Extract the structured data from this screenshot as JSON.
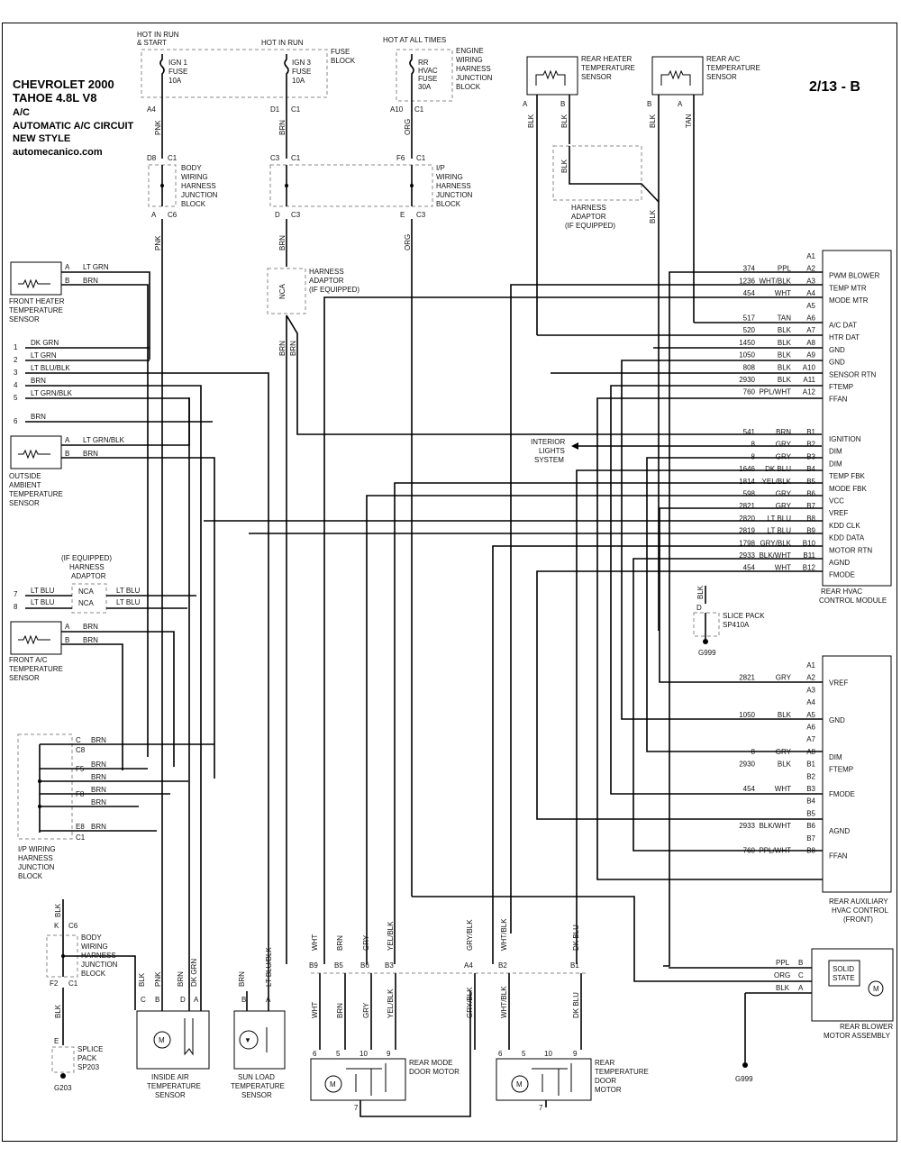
{
  "title": {
    "line1": "CHEVROLET 2000",
    "line2": "TAHOE  4.8L  V8",
    "line3": "A/C",
    "line4": "AUTOMATIC A/C CIRCUIT",
    "line5": "NEW STYLE",
    "site": "automecanico.com",
    "page": "2/13 - B"
  },
  "fuse_block": {
    "hot_run_start": [
      "HOT IN RUN",
      "& START"
    ],
    "hot_run": "HOT IN RUN",
    "label": [
      "FUSE",
      "BLOCK"
    ],
    "fuse1": [
      "IGN 1",
      "FUSE",
      "10A"
    ],
    "fuse2": [
      "IGN 3",
      "FUSE",
      "10A"
    ]
  },
  "engine_block": {
    "hot": "HOT AT ALL TIMES",
    "fuse": [
      "RR",
      "HVAC",
      "FUSE",
      "30A"
    ],
    "label": [
      "ENGINE",
      "WIRING",
      "HARNESS",
      "JUNCTION",
      "BLOCK"
    ]
  },
  "sensors": {
    "rear_heater": [
      "REAR HEATER",
      "TEMPERATURE",
      "SENSOR"
    ],
    "rear_ac": [
      "REAR A/C",
      "TEMPERATURE",
      "SENSOR"
    ],
    "front_heater": [
      "FRONT HEATER",
      "TEMPERATURE",
      "SENSOR"
    ],
    "outside": [
      "OUTSIDE",
      "AMBIENT",
      "TEMPERATURE",
      "SENSOR"
    ],
    "front_ac": [
      "FRONT A/C",
      "TEMPERATURE",
      "SENSOR"
    ],
    "inside_air": [
      "INSIDE AIR",
      "TEMPERATURE",
      "SENSOR"
    ],
    "sun_load": [
      "SUN LOAD",
      "TEMPERATURE",
      "SENSOR"
    ]
  },
  "junctions": {
    "body": [
      "BODY",
      "WIRING",
      "HARNESS",
      "JUNCTION",
      "BLOCK"
    ],
    "ip": [
      "I/P",
      "WIRING",
      "HARNESS",
      "JUNCTION",
      "BLOCK"
    ],
    "ip_bottom": [
      "I/P WIRING",
      "HARNESS",
      "JUNCTION",
      "BLOCK"
    ],
    "harness_adaptor": [
      "HARNESS",
      "ADAPTOR",
      "(IF EQUIPPED)"
    ],
    "harness_adaptor2": [
      "HARNESS",
      "ADAPTOR",
      "(IF EQUIPPED)"
    ],
    "harness_adaptor3": [
      "(IF EQUIPPED)",
      "HARNESS",
      "ADAPTOR"
    ]
  },
  "wires": {
    "pnk": "PNK",
    "brn": "BRN",
    "org": "ORG",
    "blk": "BLK",
    "tan": "TAN",
    "ltgrn": "LT GRN",
    "dkgrn": "DK GRN",
    "ltblu": "LT BLU",
    "ltbluBlk": "LT BLU/BLK",
    "ltgrnBlk": "LT GRN/BLK",
    "nca": "NCA",
    "wht": "WHT",
    "gry": "GRY",
    "yelBlk": "YEL/BLK",
    "gryBlk": "GRY/BLK",
    "whtBlk": "WHT/BLK",
    "dkblu": "DK BLU",
    "ppl": "PPL"
  },
  "left_harness": [
    {
      "n": "1",
      "c": "DK GRN"
    },
    {
      "n": "2",
      "c": "LT GRN"
    },
    {
      "n": "3",
      "c": "LT BLU/BLK"
    },
    {
      "n": "4",
      "c": "BRN"
    },
    {
      "n": "5",
      "c": "LT GRN/BLK"
    },
    {
      "n": "6",
      "c": "BRN"
    },
    {
      "n": "7",
      "c": "LT BLU"
    },
    {
      "n": "8",
      "c": "LT BLU"
    }
  ],
  "rear_hvac_module": {
    "label": [
      "REAR HVAC",
      "CONTROL MODULE"
    ],
    "pins": [
      {
        "circ": "",
        "color": "",
        "pin": "A1",
        "name": ""
      },
      {
        "circ": "374",
        "color": "PPL",
        "pin": "A2",
        "name": "PWM BLOWER"
      },
      {
        "circ": "1236",
        "color": "WHT/BLK",
        "pin": "A3",
        "name": "TEMP MTR"
      },
      {
        "circ": "454",
        "color": "WHT",
        "pin": "A4",
        "name": "MODE MTR"
      },
      {
        "circ": "",
        "color": "",
        "pin": "A5",
        "name": ""
      },
      {
        "circ": "517",
        "color": "TAN",
        "pin": "A6",
        "name": "A/C DAT"
      },
      {
        "circ": "520",
        "color": "BLK",
        "pin": "A7",
        "name": "HTR DAT"
      },
      {
        "circ": "1450",
        "color": "BLK",
        "pin": "A8",
        "name": "GND"
      },
      {
        "circ": "1050",
        "color": "BLK",
        "pin": "A9",
        "name": "GND"
      },
      {
        "circ": "808",
        "color": "BLK",
        "pin": "A10",
        "name": "SENSOR RTN"
      },
      {
        "circ": "2930",
        "color": "BLK",
        "pin": "A11",
        "name": "FTEMP"
      },
      {
        "circ": "760",
        "color": "PPL/WHT",
        "pin": "A12",
        "name": "FFAN"
      },
      {
        "circ": "541",
        "color": "BRN",
        "pin": "B1",
        "name": "IGNITION"
      },
      {
        "circ": "8",
        "color": "GRY",
        "pin": "B2",
        "name": "DIM"
      },
      {
        "circ": "8",
        "color": "GRY",
        "pin": "B3",
        "name": "DIM"
      },
      {
        "circ": "1646",
        "color": "DK BLU",
        "pin": "B4",
        "name": "TEMP FBK"
      },
      {
        "circ": "1814",
        "color": "YEL/BLK",
        "pin": "B5",
        "name": "MODE FBK"
      },
      {
        "circ": "598",
        "color": "GRY",
        "pin": "B6",
        "name": "VCC"
      },
      {
        "circ": "2821",
        "color": "GRY",
        "pin": "B7",
        "name": "VREF"
      },
      {
        "circ": "2820",
        "color": "LT BLU",
        "pin": "B8",
        "name": "KDD CLK"
      },
      {
        "circ": "2819",
        "color": "LT BLU",
        "pin": "B9",
        "name": "KDD DATA"
      },
      {
        "circ": "1798",
        "color": "GRY/BLK",
        "pin": "B10",
        "name": "MOTOR RTN"
      },
      {
        "circ": "2933",
        "color": "BLK/WHT",
        "pin": "B11",
        "name": "AGND"
      },
      {
        "circ": "454",
        "color": "WHT",
        "pin": "B12",
        "name": "FMODE"
      }
    ]
  },
  "interior_lights": [
    "INTERIOR",
    "LIGHTS",
    "SYSTEM"
  ],
  "rear_aux": {
    "label": [
      "REAR AUXILIARY",
      "HVAC CONTROL",
      "(FRONT)"
    ],
    "pins": [
      {
        "circ": "",
        "color": "",
        "pin": "A1",
        "name": ""
      },
      {
        "circ": "2821",
        "color": "GRY",
        "pin": "A2",
        "name": "VREF"
      },
      {
        "circ": "",
        "color": "",
        "pin": "A3",
        "name": ""
      },
      {
        "circ": "",
        "color": "",
        "pin": "A4",
        "name": ""
      },
      {
        "circ": "1050",
        "color": "BLK",
        "pin": "A5",
        "name": "GND"
      },
      {
        "circ": "",
        "color": "",
        "pin": "A6",
        "name": ""
      },
      {
        "circ": "",
        "color": "",
        "pin": "A7",
        "name": ""
      },
      {
        "circ": "8",
        "color": "GRY",
        "pin": "A8",
        "name": "DIM"
      },
      {
        "circ": "2930",
        "color": "BLK",
        "pin": "B1",
        "name": "FTEMP"
      },
      {
        "circ": "",
        "color": "",
        "pin": "B2",
        "name": ""
      },
      {
        "circ": "454",
        "color": "WHT",
        "pin": "B3",
        "name": "FMODE"
      },
      {
        "circ": "",
        "color": "",
        "pin": "B4",
        "name": ""
      },
      {
        "circ": "",
        "color": "",
        "pin": "B5",
        "name": ""
      },
      {
        "circ": "2933",
        "color": "BLK/WHT",
        "pin": "B6",
        "name": "AGND"
      },
      {
        "circ": "",
        "color": "",
        "pin": "B7",
        "name": ""
      },
      {
        "circ": "760",
        "color": "PPL/WHT",
        "pin": "B8",
        "name": "FFAN"
      }
    ]
  },
  "slice_pack": {
    "label": [
      "SLICE PACK",
      "SP410A"
    ],
    "ground": "G999",
    "pin": "D"
  },
  "splice_pack": {
    "label": [
      "SPLICE",
      "PACK",
      "SP203"
    ],
    "ground": "G203",
    "pin": "E"
  },
  "blower": {
    "label": [
      "REAR BLOWER",
      "MOTOR ASSEMBLY"
    ],
    "solid_state": [
      "SOLID",
      "STATE"
    ],
    "pins": [
      {
        "c": "PPL",
        "p": "B"
      },
      {
        "c": "ORG",
        "p": "C"
      },
      {
        "c": "BLK",
        "p": "A"
      }
    ],
    "ground": "G999"
  },
  "rear_mode_motor": [
    "REAR MODE",
    "DOOR MOTOR"
  ],
  "rear_temp_motor": [
    "REAR",
    "TEMPERATURE",
    "DOOR",
    "MOTOR"
  ],
  "bottom_connector": [
    {
      "c": "WHT",
      "p": "B9"
    },
    {
      "c": "BRN",
      "p": "B5"
    },
    {
      "c": "GRY",
      "p": "B6"
    },
    {
      "c": "YEL/BLK",
      "p": "B3"
    },
    {
      "c": "GRY/BLK",
      "p": "A4"
    },
    {
      "c": "WHT/BLK",
      "p": "B2"
    },
    {
      "c": "DK BLU",
      "p": "B1"
    }
  ]
}
